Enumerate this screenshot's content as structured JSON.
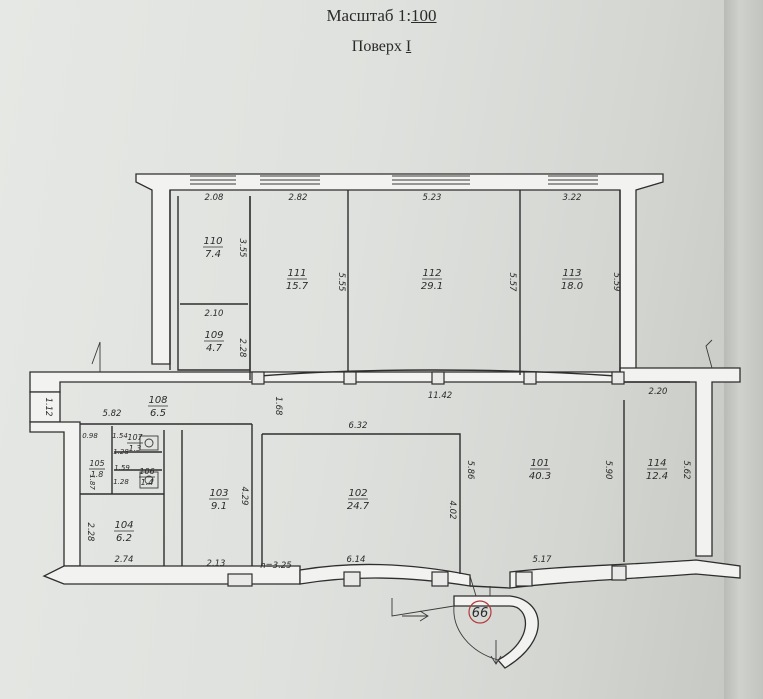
{
  "header": {
    "scale_label": "Масштаб 1:",
    "scale_value": "100",
    "floor_label": "Поверх",
    "floor_value": "I"
  },
  "rooms": [
    {
      "id": "101",
      "area": "40.3"
    },
    {
      "id": "102",
      "area": "24.7"
    },
    {
      "id": "103",
      "area": "9.1"
    },
    {
      "id": "104",
      "area": "6.2"
    },
    {
      "id": "105",
      "area": "1.8"
    },
    {
      "id": "106",
      "area": "1.4"
    },
    {
      "id": "107",
      "area": "1.3"
    },
    {
      "id": "108",
      "area": "6.5"
    },
    {
      "id": "109",
      "area": "4.7"
    },
    {
      "id": "110",
      "area": "7.4"
    },
    {
      "id": "111",
      "area": "15.7"
    },
    {
      "id": "112",
      "area": "29.1"
    },
    {
      "id": "113",
      "area": "18.0"
    },
    {
      "id": "114",
      "area": "12.4"
    }
  ],
  "dimensions": [
    "2.08",
    "2.82",
    "5.23",
    "3.22",
    "3.55",
    "5.55",
    "5.57",
    "5.59",
    "2.10",
    "2.28",
    "11.42",
    "2.20",
    "1.12",
    "5.82",
    "1.68",
    "6.32",
    "0.98",
    "1.54",
    "1.28",
    "1.59",
    "1.87",
    "1.28",
    "2.28",
    "4.29",
    "4.02",
    "5.86",
    "5.90",
    "5.62",
    "2.74",
    "2.13",
    "h=3.25",
    "6.14",
    "5.17"
  ],
  "stamp": "66"
}
